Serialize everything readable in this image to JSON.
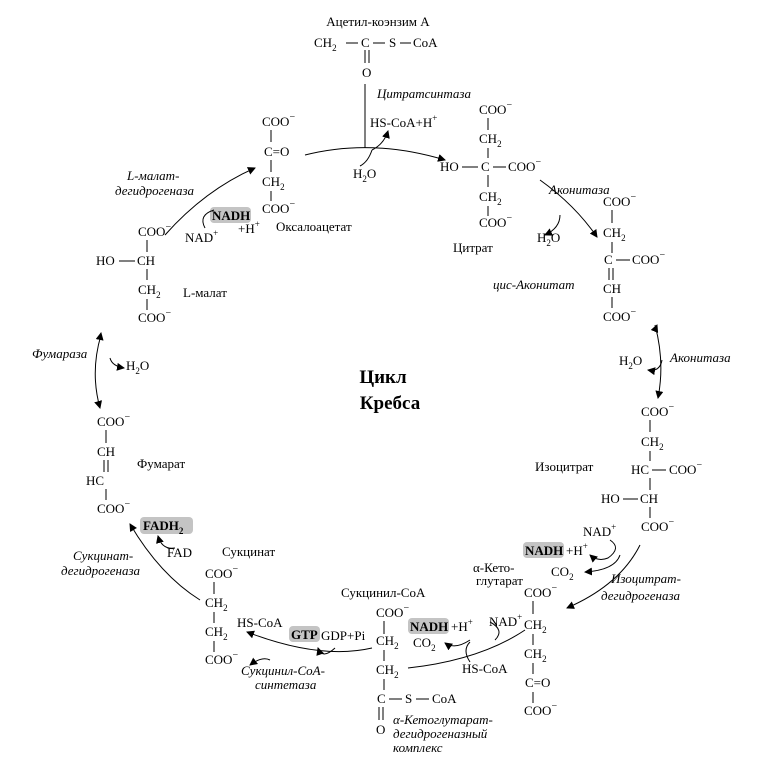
{
  "title": [
    "Цикл",
    "Кребса"
  ],
  "compounds": {
    "acetyl_coa": "Ацетил-коэнзим А",
    "citrate": "Цитрат",
    "cis_aconitate": "цис-Аконитат",
    "isocitrate": "Изоцитрат",
    "akg": [
      "α-Кето-",
      "глутарат"
    ],
    "succinyl_coa": "Сукцинил-CoA",
    "succinate": "Сукцинат",
    "fumarate": "Фумарат",
    "malate": "L-малат",
    "oxaloacetate": "Оксалоацетат"
  },
  "enzymes": {
    "citrate_synthase": "Цитратсинтаза",
    "aconitase1": "Аконитаза",
    "aconitase2": "Аконитаза",
    "idh": [
      "Изоцитрат-",
      "дегидрогеназа"
    ],
    "akgdh": [
      "α-Кетоглутарат-",
      "дегидрогеназный",
      "комплекс"
    ],
    "scs": [
      "Сукцинил-CoA-",
      "синтетаза"
    ],
    "sdh": [
      "Сукцинат-",
      "дегидрогеназа"
    ],
    "fumarase": "Фумараза",
    "mdh": [
      "L-малат-",
      "дегидрогеназа"
    ]
  },
  "cofactors": {
    "nad": "NAD",
    "nadh": "NADH",
    "h": "H",
    "plus_h": "+H",
    "plus": "+",
    "co2": "CO",
    "h2o": "H",
    "o": "O",
    "gtp": "GTP",
    "gdp_pi": "GDP+Pi",
    "hs_coa": "HS-CoA",
    "fad": "FAD",
    "fadh": "FADH",
    "sub2": "2"
  },
  "groups": {
    "coo": "COO",
    "minus": "−",
    "ch": "CH",
    "ch2": "CH",
    "ch3": "CH",
    "c": "C",
    "c_eq_o": "C=O",
    "co_dbl": "C=O",
    "ho": "HO",
    "hc": "HC",
    "s": "S",
    "coa": "CoA",
    "hs_coa_h": "HS-CoA+H"
  }
}
